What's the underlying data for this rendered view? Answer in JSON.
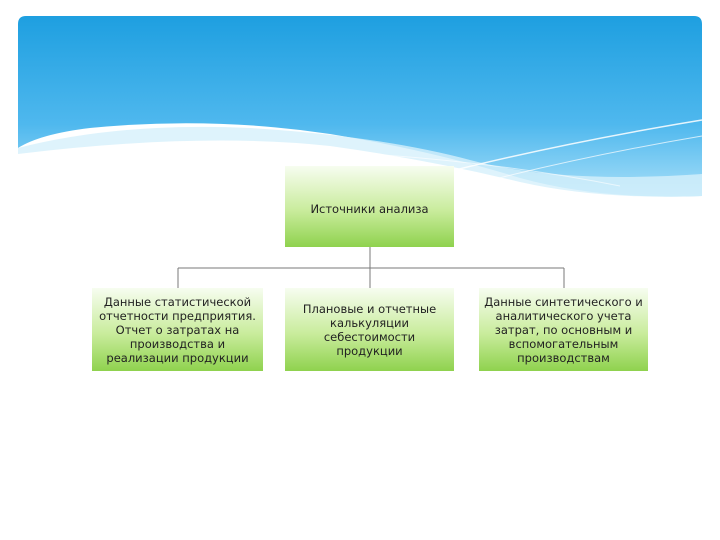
{
  "diagram": {
    "root": {
      "label": "Источники анализа"
    },
    "children": [
      {
        "label": "Данные статистической отчетности предприятия. Отчет о затратах на производства и реализации продукции"
      },
      {
        "label": "Плановые и отчетные калькуляции себестоимости продукции"
      },
      {
        "label": "Данные синтетического и аналитического учета затрат, по основным и вспомогательным производствам"
      }
    ]
  },
  "colors": {
    "banner_top": "#1e9fe0",
    "banner_bottom": "#8cd3f6",
    "box_light": "#f7fdf0",
    "box_dark": "#8fd24e",
    "connector": "#7a7a7a"
  }
}
